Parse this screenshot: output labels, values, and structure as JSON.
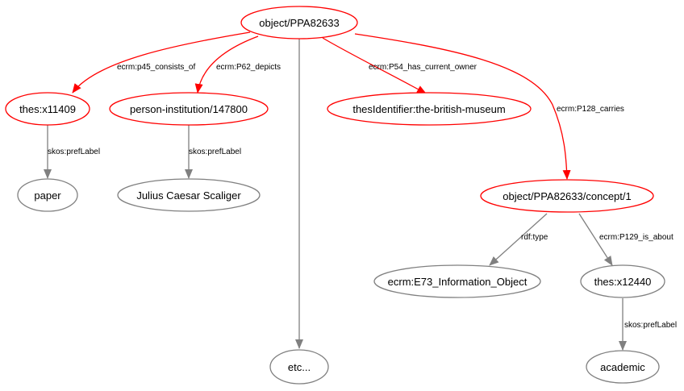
{
  "colors": {
    "highlight": "#ff0000",
    "normal": "#808080",
    "background": "#ffffff",
    "text": "#000000"
  },
  "nodes": {
    "root": {
      "label": "object/PPA82633",
      "highlight": true
    },
    "thes11409": {
      "label": "thes:x11409",
      "highlight": true
    },
    "person": {
      "label": "person-institution/147800",
      "highlight": true
    },
    "museum": {
      "label": "thesIdentifier:the-british-museum",
      "highlight": true
    },
    "concept": {
      "label": "object/PPA82633/concept/1",
      "highlight": true
    },
    "paper": {
      "label": "paper",
      "highlight": false
    },
    "scaliger": {
      "label": "Julius Caesar Scaliger",
      "highlight": false
    },
    "e73": {
      "label": "ecrm:E73_Information_Object",
      "highlight": false
    },
    "thes12440": {
      "label": "thes:x12440",
      "highlight": false
    },
    "etc": {
      "label": "etc...",
      "highlight": false
    },
    "academic": {
      "label": "academic",
      "highlight": false
    }
  },
  "edges": [
    {
      "id": "consists",
      "from": "root",
      "to": "thes11409",
      "label": "ecrm:p45_consists_of",
      "highlight": true
    },
    {
      "id": "depicts",
      "from": "root",
      "to": "person",
      "label": "ecrm:P62_depicts",
      "highlight": true
    },
    {
      "id": "owner",
      "from": "root",
      "to": "museum",
      "label": "ecrm:P54_has_current_owner",
      "highlight": true
    },
    {
      "id": "carries",
      "from": "root",
      "to": "concept",
      "label": "ecrm:P128_carries",
      "highlight": true
    },
    {
      "id": "etc",
      "from": "root",
      "to": "etc",
      "label": "",
      "highlight": false
    },
    {
      "id": "paperlabel",
      "from": "thes11409",
      "to": "paper",
      "label": "skos:prefLabel",
      "highlight": false
    },
    {
      "id": "scaligerlabel",
      "from": "person",
      "to": "scaliger",
      "label": "skos:prefLabel",
      "highlight": false
    },
    {
      "id": "rdftype",
      "from": "concept",
      "to": "e73",
      "label": "rdf:type",
      "highlight": false
    },
    {
      "id": "about",
      "from": "concept",
      "to": "thes12440",
      "label": "ecrm:P129_is_about",
      "highlight": false
    },
    {
      "id": "academiclabel",
      "from": "thes12440",
      "to": "academic",
      "label": "skos:prefLabel",
      "highlight": false
    }
  ]
}
